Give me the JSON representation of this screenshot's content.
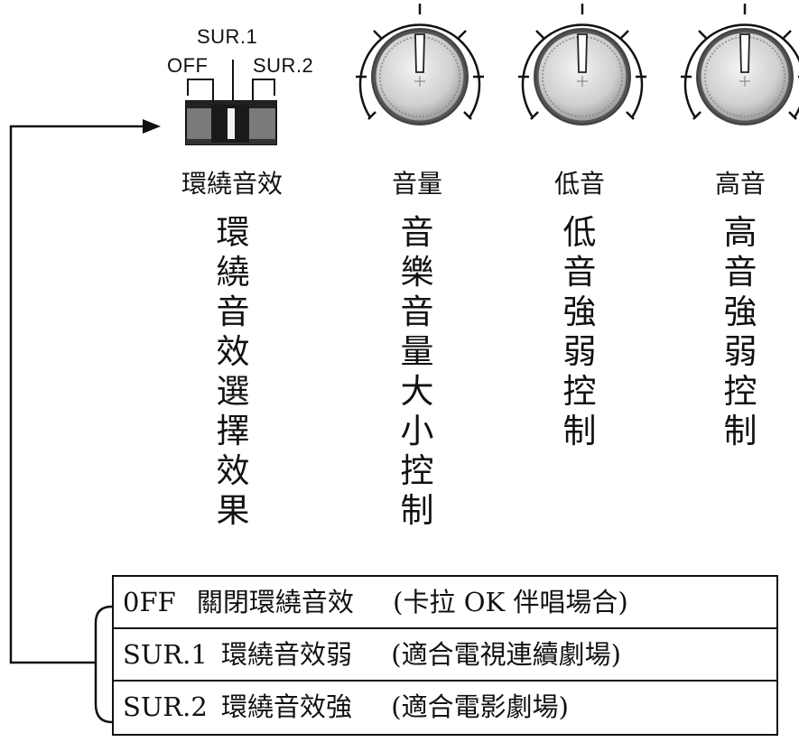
{
  "switch": {
    "pos_top": "SUR.1",
    "pos_left": "OFF",
    "pos_right": "SUR.2"
  },
  "controls": [
    {
      "label": "環繞音效",
      "description": [
        "環",
        "繞",
        "音",
        "效",
        "選",
        "擇",
        "效",
        "果"
      ]
    },
    {
      "label": "音量",
      "description": [
        "音",
        "樂",
        "音",
        "量",
        "大",
        "小",
        "控",
        "制"
      ]
    },
    {
      "label": "低音",
      "description": [
        "低",
        "音",
        "強",
        "弱",
        "控",
        "制"
      ]
    },
    {
      "label": "高音",
      "description": [
        "高",
        "音",
        "強",
        "弱",
        "控",
        "制"
      ]
    }
  ],
  "modes": [
    {
      "code": "0FF",
      "name": "關閉環繞音效",
      "usage": "(卡拉 OK  伴唱場合)"
    },
    {
      "code": "SUR.1",
      "name": "環繞音效弱",
      "usage": "(適合電視連續劇場)"
    },
    {
      "code": "SUR.2",
      "name": "環繞音效強",
      "usage": "(適合電影劇場)"
    }
  ]
}
